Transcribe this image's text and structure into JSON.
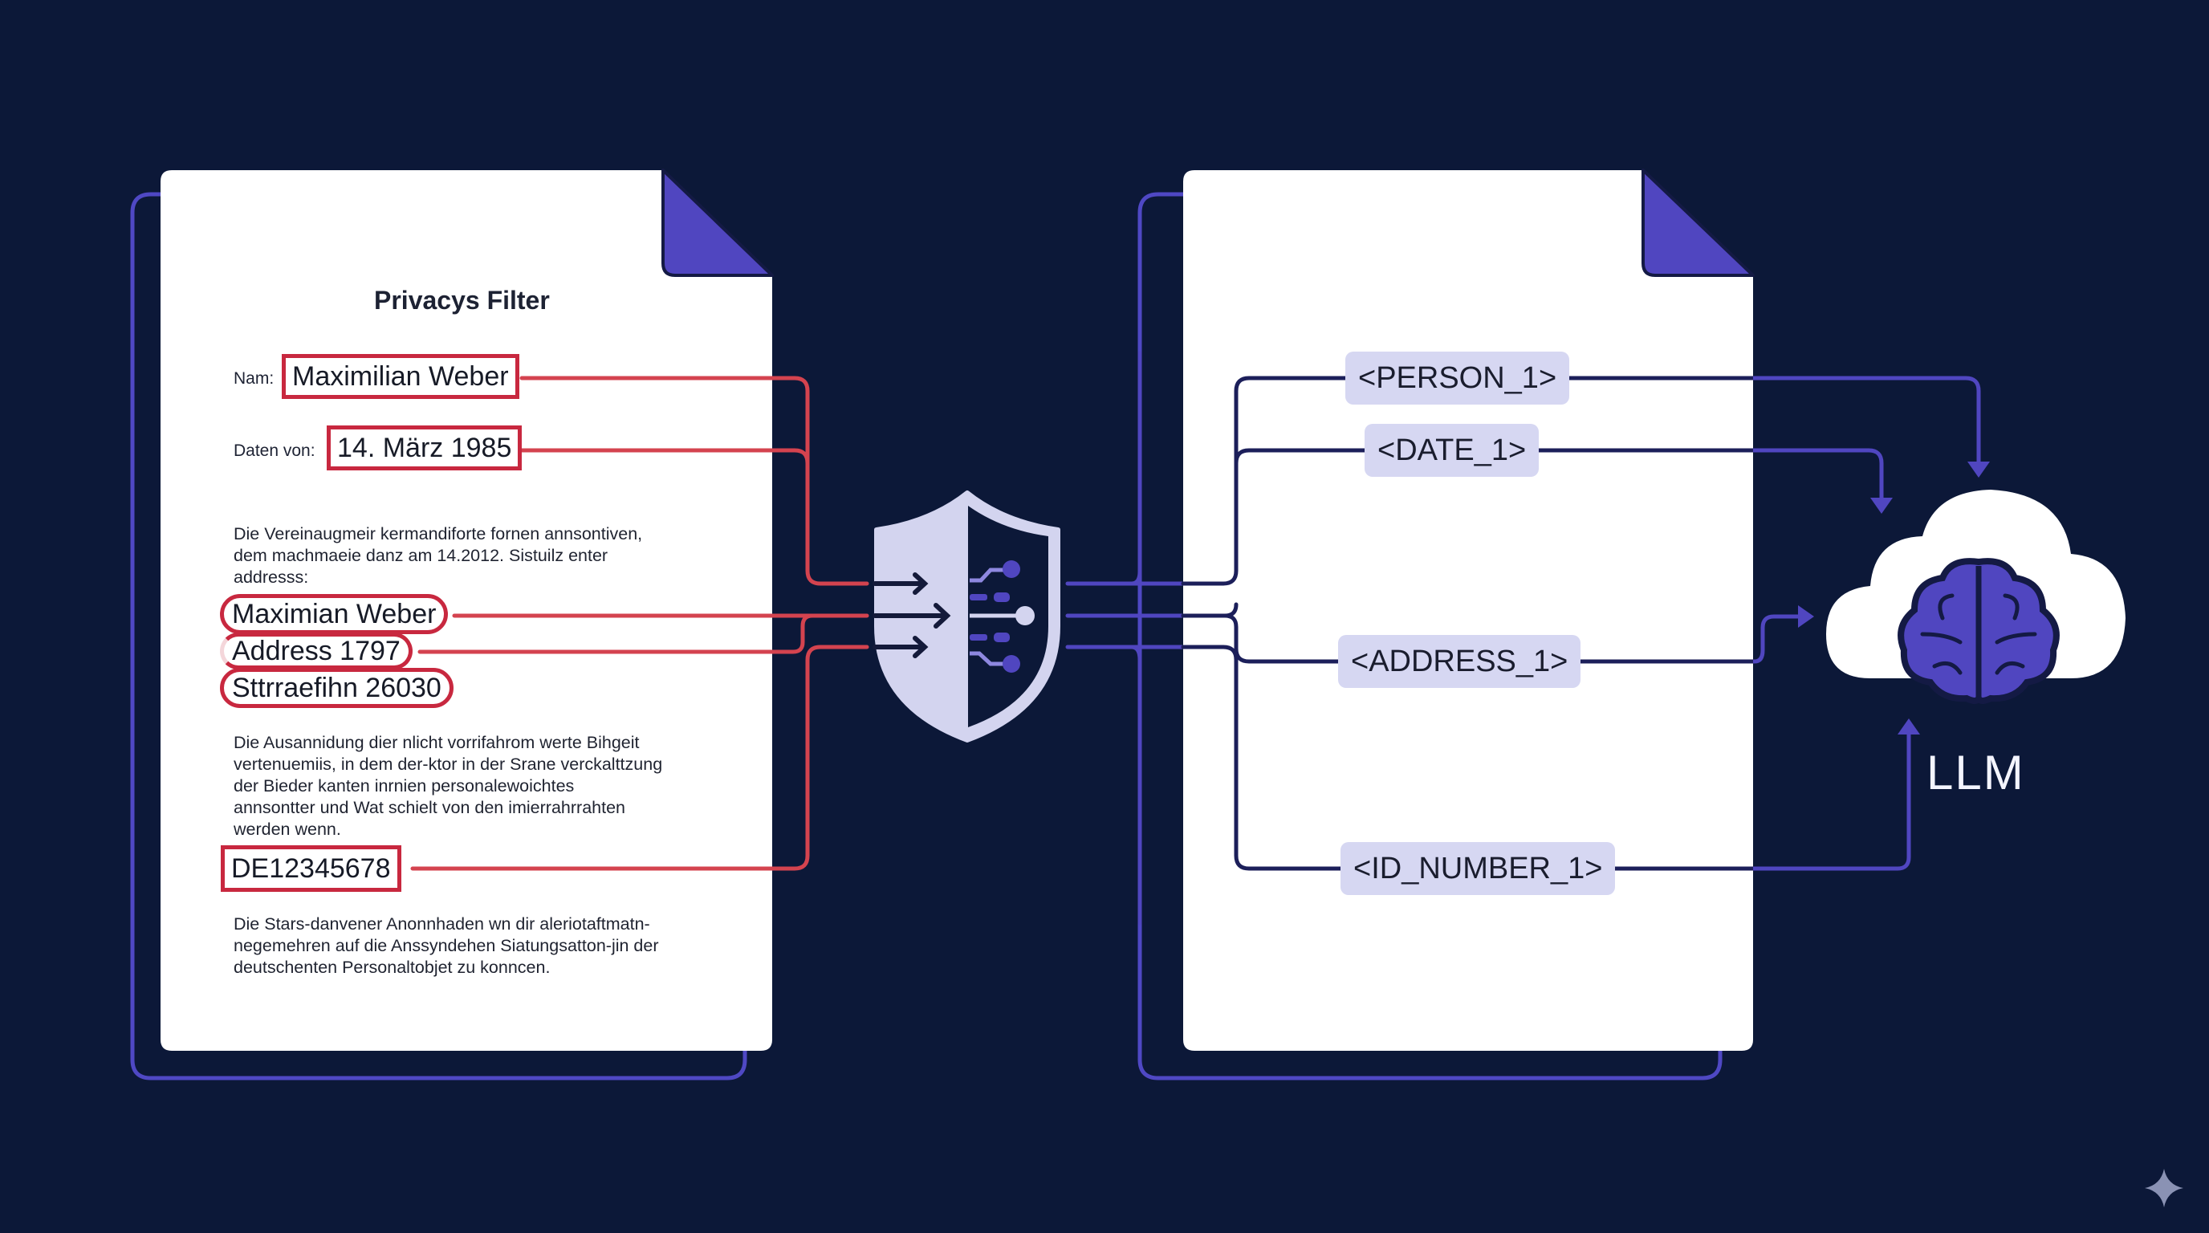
{
  "input_document": {
    "title": "Privacys Filter",
    "fields": [
      {
        "label": "Nam:",
        "value": "Maximilian Weber",
        "token_ref": 0
      },
      {
        "label": "Daten von:",
        "value": "14. März 1985",
        "token_ref": 1
      }
    ],
    "paragraph_1": [
      "Die Vereinaugmeir kermandiforte fornen annsontiven,",
      "dem machmaeie danz am 14.2012. Sistuilz enter",
      "addresss:"
    ],
    "address_block": [
      "Maximian Weber",
      "Address 1797",
      "Sttrraefihn 26030"
    ],
    "paragraph_2": [
      "Die Ausannidung dier nlicht vorrifahrom werte Bihgeit",
      "vertenuemiis, in dem der-ktor in der Srane verckalttzung",
      "der Bieder kanten inrnien personalewoichtes",
      "annsontter und Wat schielt von den imierrahrrahten",
      "werden wenn."
    ],
    "id_number": "DE12345678",
    "paragraph_3": [
      "Die Stars-danvener Anonnhaden wn dir aleriotaftmatn-",
      "negemehren auf die Anssyndehen Siatungsatton-jin der",
      "deutschenten Personaltobjet zu konncen."
    ]
  },
  "filter": {
    "icon": "shield-icon"
  },
  "output_document": {
    "tokens": [
      "<PERSON_1>",
      "<DATE_1>",
      "<ADDRESS_1>",
      "<ID_NUMBER_1>"
    ]
  },
  "destination": {
    "label": "LLM",
    "icon": "cloud-brain-icon"
  },
  "corner_icon": "sparkle-icon",
  "colors": {
    "background": "#0c1838",
    "pii_red": "#c8283f",
    "connector_red": "#d4434f",
    "accent_blue": "#5046c0",
    "connector_navy": "#1c1f5a",
    "token_bg": "#d6d7f2",
    "shield_light": "#d3d4ef",
    "document_white": "#ffffff"
  }
}
